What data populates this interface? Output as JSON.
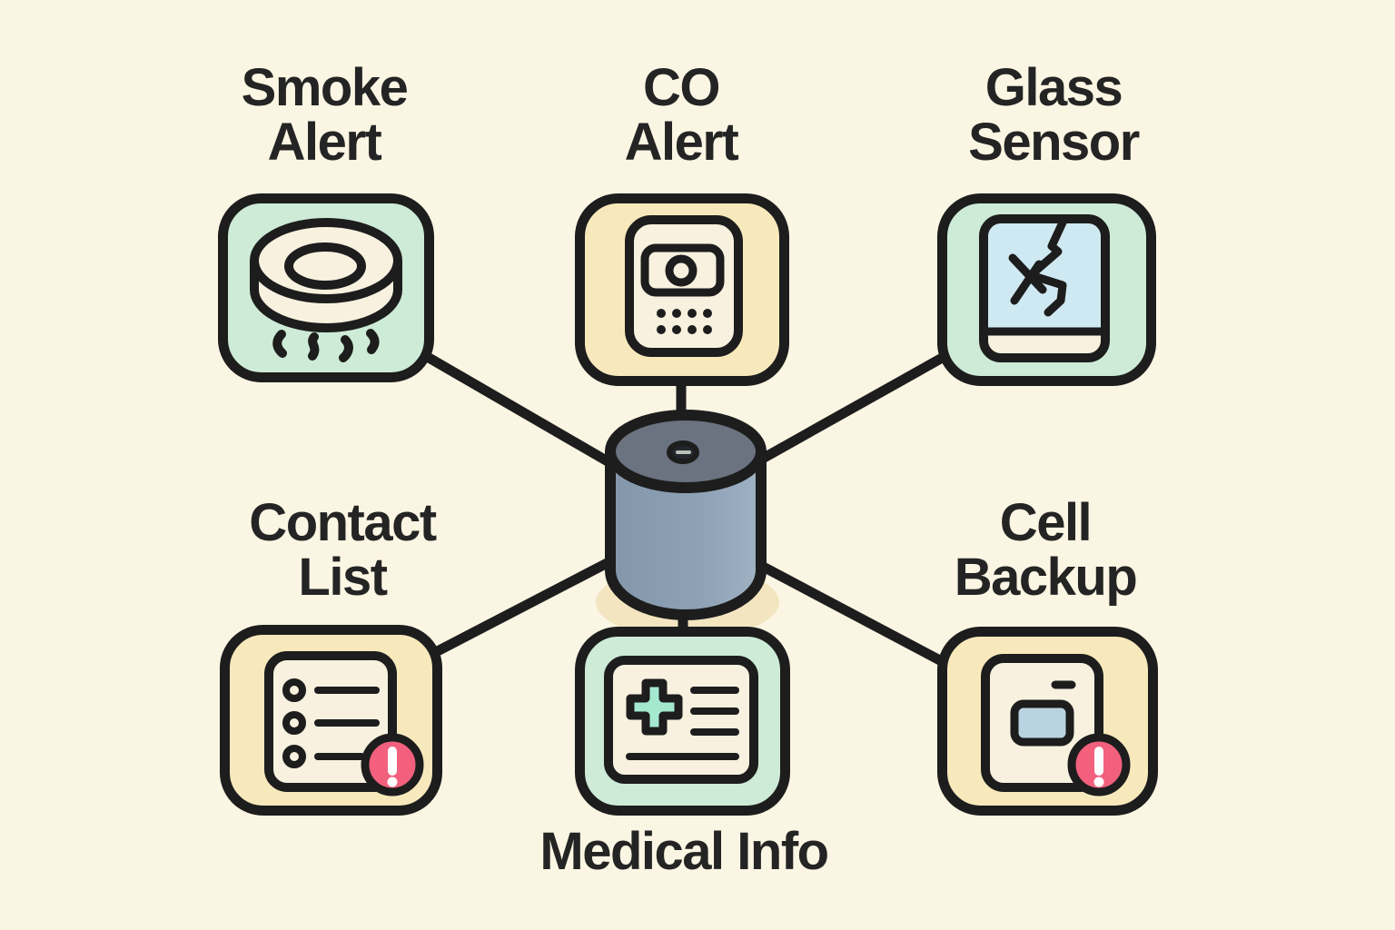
{
  "diagram": {
    "hub": {
      "icon": "smart-speaker-icon",
      "body_color": "#8da0b4",
      "top_color": "#6a737f",
      "shadow_color": "#f2e5c0"
    },
    "nodes": {
      "smoke": {
        "label_lines": [
          "Smoke",
          "Alert"
        ],
        "tile_color": "#cdebd6",
        "icon": "smoke-detector-icon"
      },
      "co": {
        "label_lines": [
          "CO",
          "Alert"
        ],
        "tile_color": "#f8e9bc",
        "icon": "co-detector-icon"
      },
      "glass": {
        "label_lines": [
          "Glass",
          "Sensor"
        ],
        "tile_color": "#cdebd6",
        "icon": "cracked-glass-icon"
      },
      "contact": {
        "label_lines": [
          "Contact",
          "List"
        ],
        "tile_color": "#f8e9bc",
        "icon": "contact-list-alert-icon"
      },
      "medical": {
        "label_lines": [
          "Medical Info"
        ],
        "tile_color": "#cdebd6",
        "icon": "medical-card-icon"
      },
      "cell": {
        "label_lines": [
          "Cell",
          "Backup"
        ],
        "tile_color": "#f8e9bc",
        "icon": "cell-device-alert-icon"
      }
    },
    "connections": [
      [
        "smoke",
        "hub"
      ],
      [
        "co",
        "hub"
      ],
      [
        "glass",
        "hub"
      ],
      [
        "contact",
        "hub"
      ],
      [
        "medical",
        "hub"
      ],
      [
        "cell",
        "hub"
      ]
    ],
    "colors": {
      "background": "#fbf5e3",
      "outline": "#1d1d1d",
      "text": "#242424",
      "alert_badge_pink": "#f2607e",
      "glass_pane_blue": "#cfe9f2",
      "device_screen_blue": "#b9d4e0",
      "medical_cross_mint": "#a5e8d0",
      "icon_paper_cream": "#f8f1df"
    }
  }
}
